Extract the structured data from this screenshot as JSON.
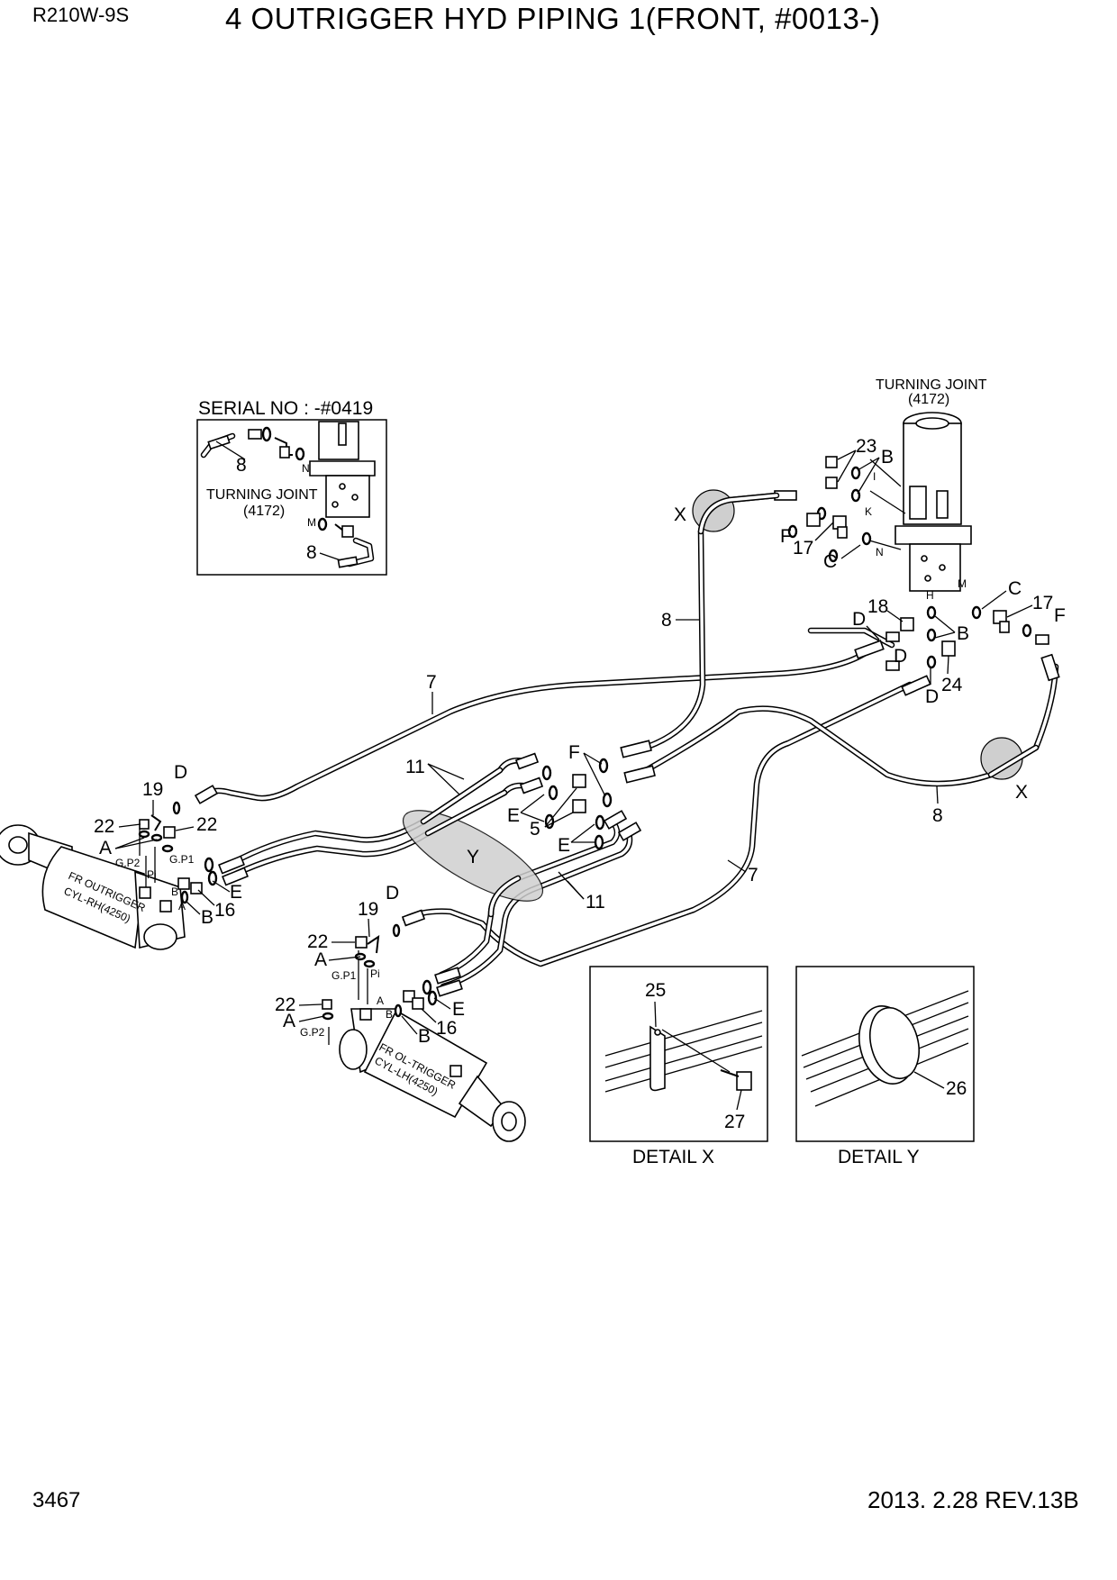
{
  "header": {
    "model": "R210W-9S",
    "title": "4 OUTRIGGER HYD PIPING 1(FRONT, #0013-)"
  },
  "footer": {
    "page_number": "3467",
    "revision": "2013. 2.28  REV.13B"
  },
  "inset_serial": {
    "heading": "SERIAL NO : -#0419",
    "joint_name": "TURNING JOINT",
    "joint_code": "(4172)",
    "part_labels": [
      "8",
      "8"
    ],
    "port_labels": [
      "N",
      "M"
    ]
  },
  "turning_joint": {
    "name": "TURNING JOINT",
    "code": "(4172)",
    "port_labels": [
      "I",
      "K",
      "N",
      "H",
      "M"
    ]
  },
  "cylinders": {
    "rh_label_line1": "FR OUTRIGGER",
    "rh_label_line2": "CYL-RH(4250)",
    "lh_label_line1": "FR OL-TRIGGER",
    "lh_label_line2": "CYL-LH(4250)",
    "port_labels": [
      "G.P2",
      "G.P1",
      "Pi",
      "G.P1",
      "Pi",
      "G.P2",
      "B",
      "A",
      "A",
      "B"
    ]
  },
  "part_numbers": [
    "23",
    "17",
    "18",
    "24",
    "17",
    "8",
    "8",
    "7",
    "7",
    "11",
    "11",
    "5",
    "19",
    "22",
    "22",
    "16",
    "19",
    "22",
    "22",
    "16",
    "25",
    "27",
    "26"
  ],
  "letter_callouts": [
    "B",
    "F",
    "C",
    "D",
    "B",
    "D",
    "D",
    "C",
    "F",
    "X",
    "X",
    "F",
    "E",
    "E",
    "D",
    "A",
    "E",
    "B",
    "Y",
    "D",
    "A",
    "A",
    "E",
    "B"
  ],
  "detail_x": {
    "caption": "DETAIL  X",
    "parts": [
      "25",
      "27"
    ]
  },
  "detail_y": {
    "caption": "DETAIL  Y",
    "parts": [
      "26"
    ]
  }
}
